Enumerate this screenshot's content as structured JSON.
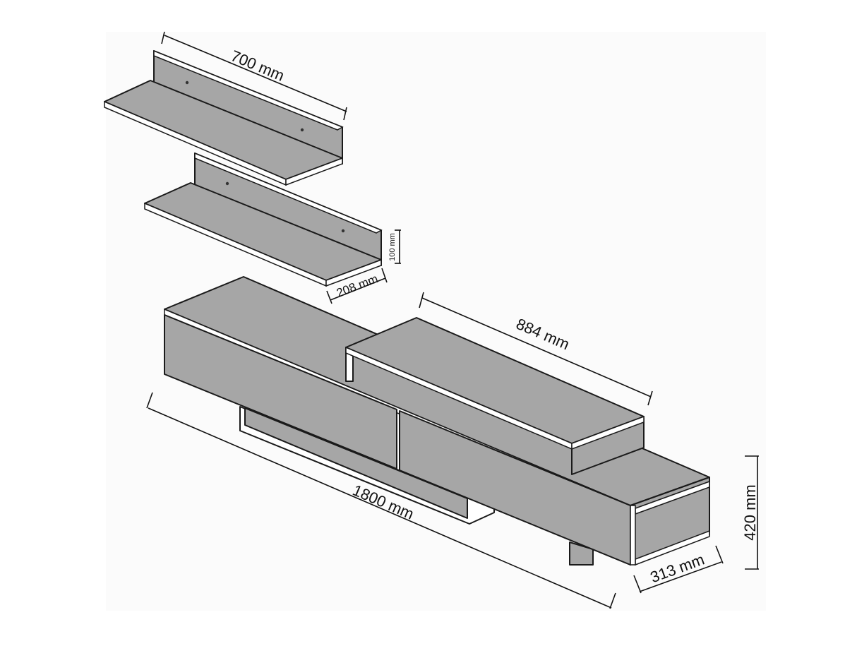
{
  "colors": {
    "panel_fill": "#a6a6a6",
    "edge_white": "#ffffff",
    "line": "#1a1a1a"
  },
  "dimensions": {
    "shelf_width": "700 mm",
    "shelf_depth": "208 mm",
    "shelf_height": "100 mm",
    "cabinet_width": "1800 mm",
    "top_unit_width": "884 mm",
    "cabinet_height": "420 mm",
    "cabinet_depth": "313 mm"
  }
}
